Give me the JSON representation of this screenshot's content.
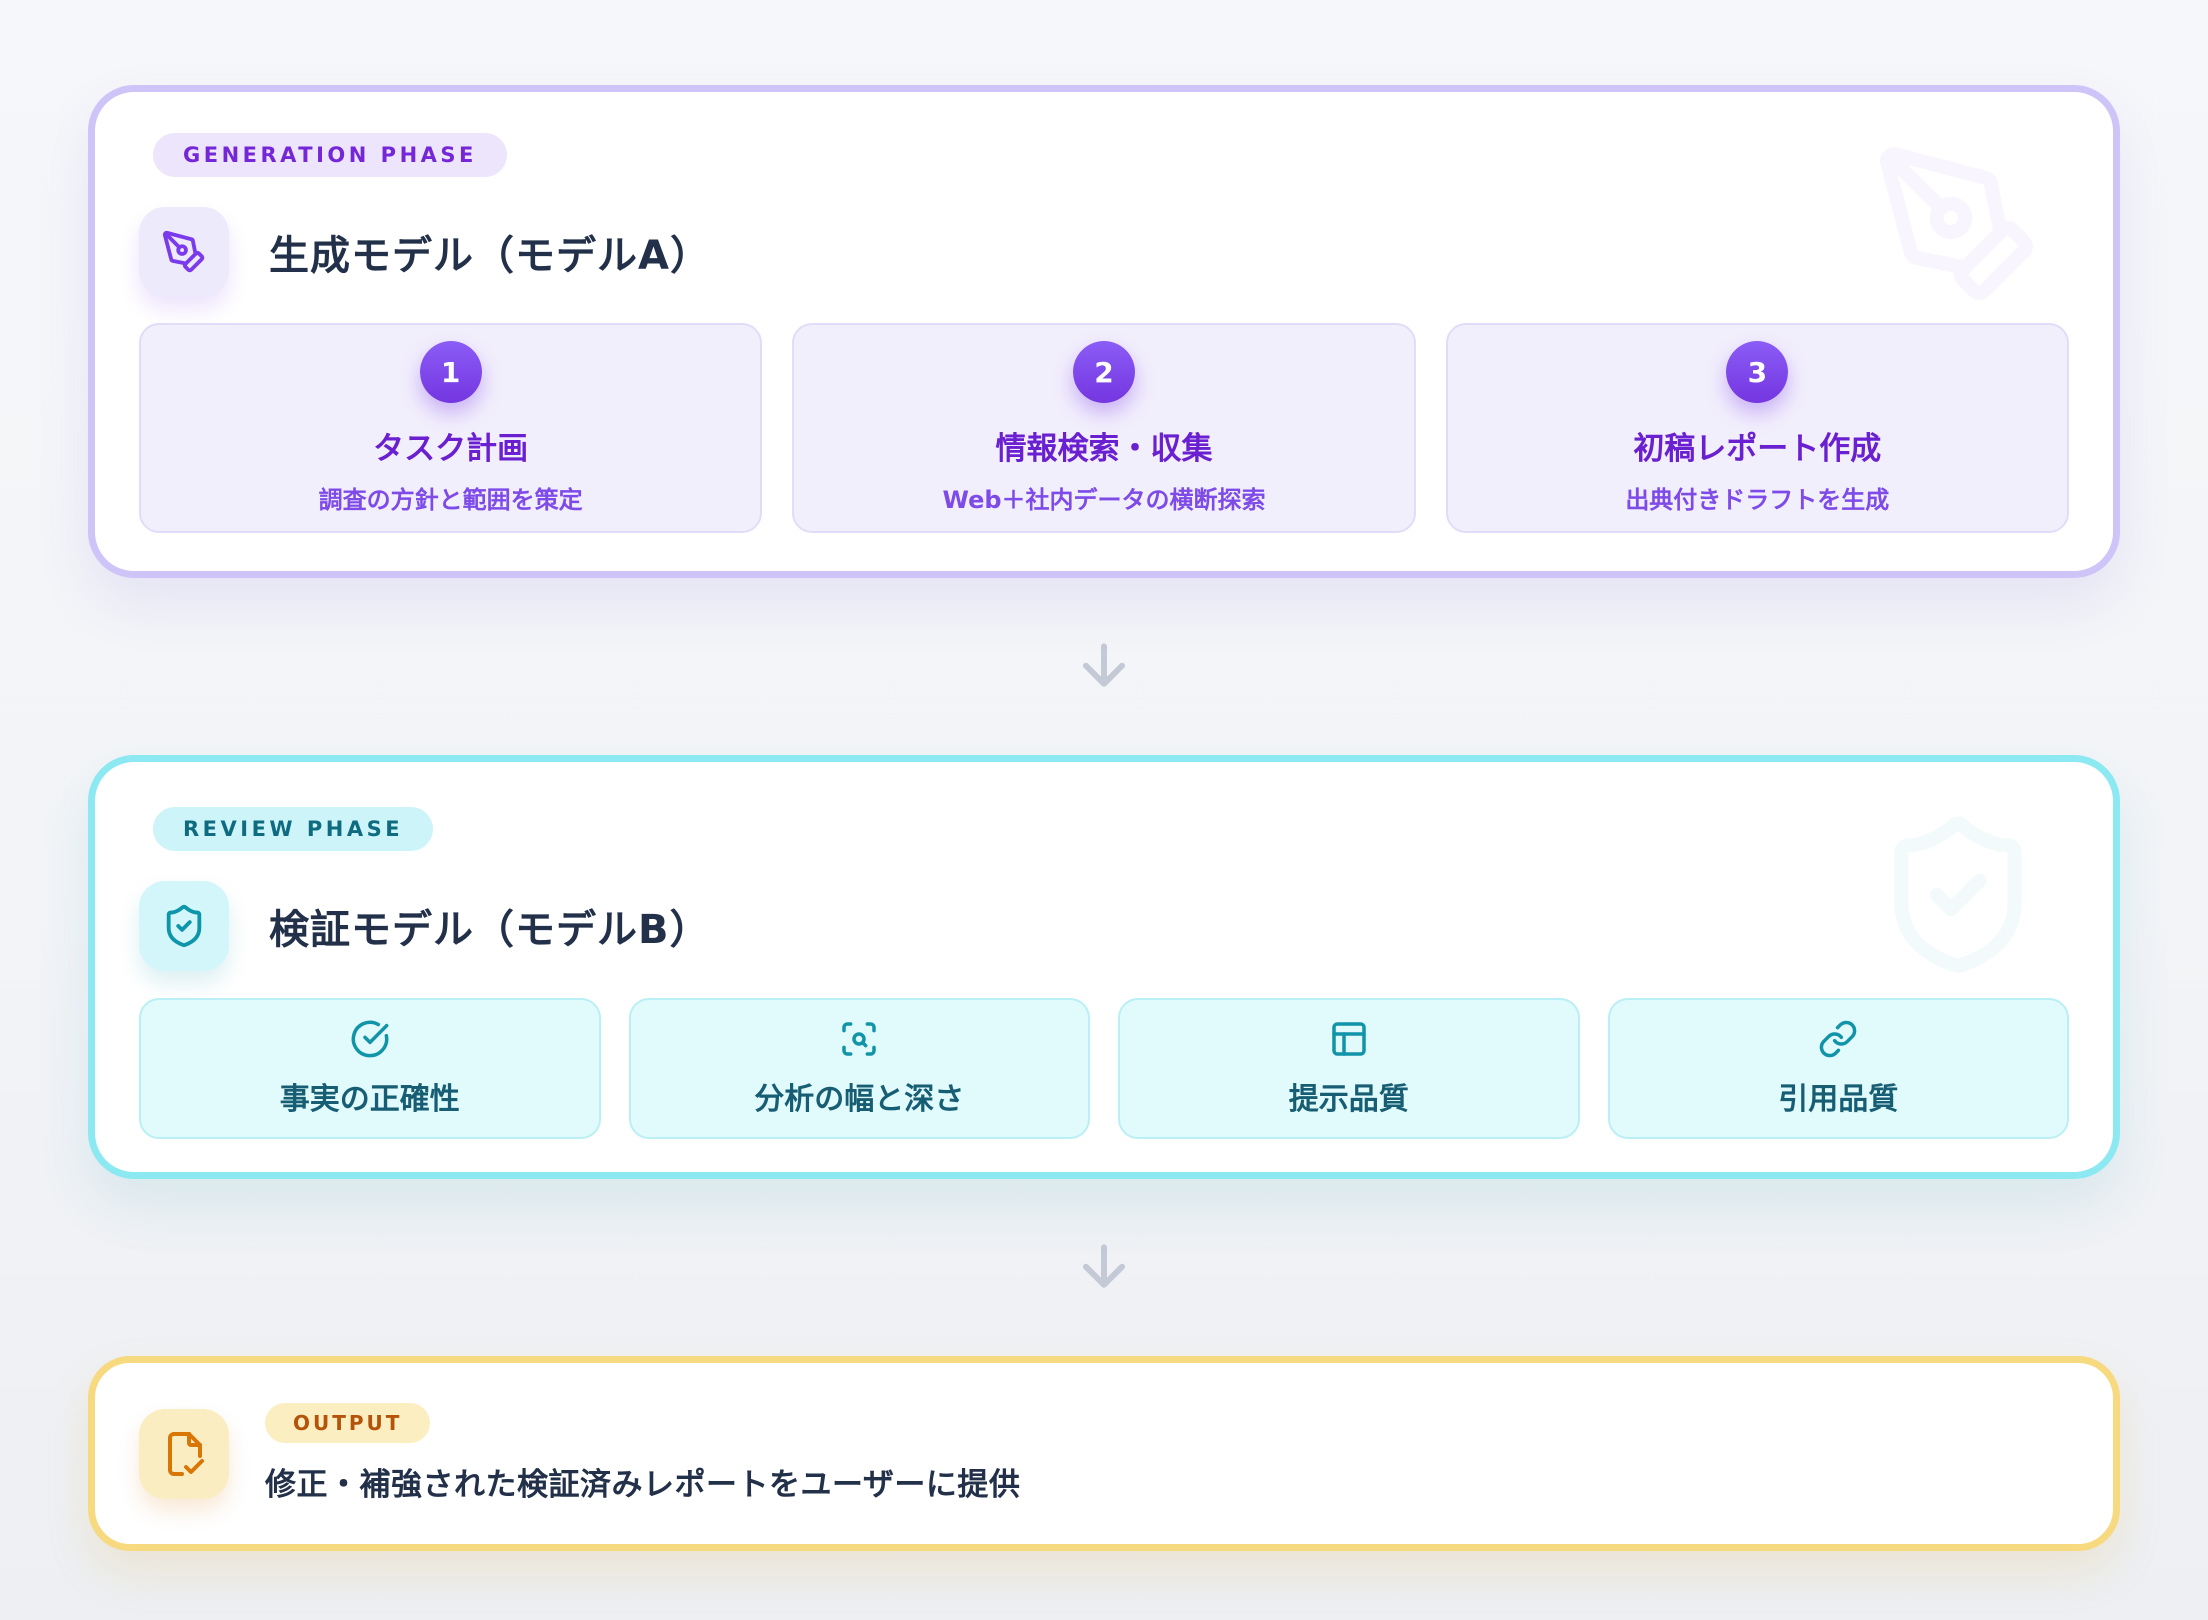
{
  "generation": {
    "badge": "GENERATION PHASE",
    "title": "生成モデル（モデルA）",
    "icon": "pen-tool-icon",
    "accent_color": "#7c3aed",
    "border_color": "#cfc4f8",
    "steps": [
      {
        "number": "1",
        "title": "タスク計画",
        "desc": "調査の方針と範囲を策定"
      },
      {
        "number": "2",
        "title": "情報検索・収集",
        "desc": "Web＋社内データの横断探索"
      },
      {
        "number": "3",
        "title": "初稿レポート作成",
        "desc": "出典付きドラフトを生成"
      }
    ]
  },
  "review": {
    "badge": "REVIEW PHASE",
    "title": "検証モデル（モデルB）",
    "icon": "shield-check-icon",
    "accent_color": "#0e95aa",
    "border_color": "#8ce9f1",
    "checks": [
      {
        "icon": "circle-check-icon",
        "label": "事実の正確性"
      },
      {
        "icon": "scan-search-icon",
        "label": "分析の幅と深さ"
      },
      {
        "icon": "layout-panels-icon",
        "label": "提示品質"
      },
      {
        "icon": "link-icon",
        "label": "引用品質"
      }
    ]
  },
  "output": {
    "badge": "OUTPUT",
    "text": "修正・補強された検証済みレポートをユーザーに提供",
    "icon": "file-check-icon",
    "accent_color": "#d97706",
    "border_color": "#f7d97f"
  },
  "arrow": {
    "color": "#c3c9d5",
    "direction": "down"
  }
}
